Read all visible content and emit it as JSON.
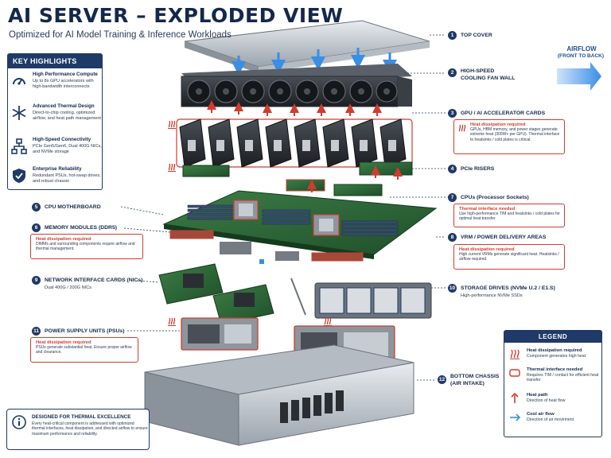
{
  "title": "AI SERVER – EXPLODED VIEW",
  "subtitle": "Optimized for AI Model Training & Inference Workloads",
  "key_highlights": {
    "heading": "KEY HIGHLIGHTS",
    "items": [
      {
        "icon": "speedometer-icon",
        "title": "High Performance Compute",
        "desc": "Up to 8x GPU accelerators with high-bandwidth interconnects"
      },
      {
        "icon": "snowflake-icon",
        "title": "Advanced Thermal Design",
        "desc": "Direct-to-chip cooling, optimized airflow, and heat path management"
      },
      {
        "icon": "network-icon",
        "title": "High-Speed Connectivity",
        "desc": "PCIe Gen5/Gen6, Dual 400G NICs, and NVMe storage"
      },
      {
        "icon": "shield-icon",
        "title": "Enterprise Reliability",
        "desc": "Redundant PSUs, hot-swap drives, and robust chassis"
      }
    ]
  },
  "airflow": {
    "title": "AIRFLOW",
    "subtitle": "(FRONT TO BACK)"
  },
  "callouts": {
    "c1": {
      "num": "1",
      "label": "TOP COVER"
    },
    "c2": {
      "num": "2",
      "label": "HIGH-SPEED",
      "label2": "COOLING FAN WALL"
    },
    "c3": {
      "num": "3",
      "label": "GPU / AI ACCELERATOR CARDS",
      "box_title": "Heat dissipation required",
      "box_desc": "GPUs, HBM memory, and power stages generate extreme heat (300W+ per GPU). Thermal interface to heatsinks / cold plates is critical."
    },
    "c4": {
      "num": "4",
      "label": "PCIe RISERS"
    },
    "c5": {
      "num": "5",
      "label": "CPU MOTHERBOARD"
    },
    "c6": {
      "num": "6",
      "label": "MEMORY MODULES (DDR5)",
      "box_title": "Heat dissipation required",
      "box_desc": "DIMMs and surrounding components require airflow and thermal management."
    },
    "c7": {
      "num": "7",
      "label": "CPUs (Processor Sockets)",
      "box_title": "Thermal interface needed",
      "box_desc": "Use high-performance TIM and heatsinks / cold plates for optimal heat transfer."
    },
    "c8": {
      "num": "8",
      "label": "VRM / POWER DELIVERY AREAS",
      "box_title": "Heat dissipation required",
      "box_desc": "High current VRMs generate significant heat. Heatsinks / airflow required."
    },
    "c9": {
      "num": "9",
      "label": "NETWORK INTERFACE CARDS (NICs)",
      "desc": "Dual 400G / 200G NICs"
    },
    "c10": {
      "num": "10",
      "label": "STORAGE DRIVES (NVMe U.2 / E1.S)",
      "desc": "High-performance NVMe SSDs"
    },
    "c11": {
      "num": "11",
      "label": "POWER SUPPLY UNITS (PSUs)",
      "box_title": "Heat dissipation required",
      "box_desc": "PSUs generate substantial heat. Ensure proper airflow and clearance."
    },
    "c12": {
      "num": "12",
      "label": "BOTTOM CHASSIS",
      "label2": "(AIR INTAKE)"
    }
  },
  "legend": {
    "heading": "LEGEND",
    "items": [
      {
        "icon": "heat-icon",
        "title": "Heat dissipation required",
        "desc": "Component generates high heat"
      },
      {
        "icon": "interface-box-icon",
        "title": "Thermal interface needed",
        "desc": "Requires TIM / contact for efficient heat transfer"
      },
      {
        "icon": "heat-path-arrow-icon",
        "title": "Heat path",
        "desc": "Direction of heat flow"
      },
      {
        "icon": "cool-air-arrow-icon",
        "title": "Cool air flow",
        "desc": "Direction of air movement"
      }
    ]
  },
  "thermal_note": {
    "title": "DESIGNED FOR THERMAL EXCELLENCE",
    "desc": "Every heat-critical component is addressed with optimized thermal interfaces, heat dissipation, and directed airflow to ensure maximum performance and reliability."
  },
  "colors": {
    "navy": "#1f3a66",
    "heat_red": "#d23b2d",
    "cool_blue": "#3a8ee6",
    "pcb_green": "#2f6b3a"
  }
}
